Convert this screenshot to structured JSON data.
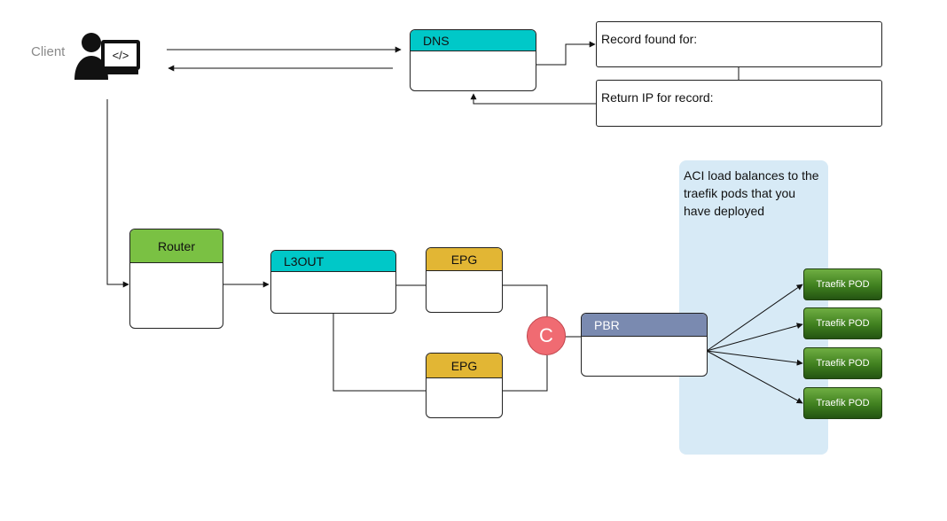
{
  "client": {
    "label": "Client",
    "screen_glyph": "</>"
  },
  "dns": {
    "label": "DNS",
    "header_color": "#00c8c8"
  },
  "record_found": {
    "label": "Record found for:"
  },
  "return_ip": {
    "label": "Return IP for record:"
  },
  "router": {
    "label": "Router",
    "header_color": "#7ac143"
  },
  "l3out": {
    "label": "L3OUT",
    "header_color": "#00c8c8"
  },
  "epg_top": {
    "label": "EPG",
    "header_color": "#e2b634"
  },
  "epg_bottom": {
    "label": "EPG",
    "header_color": "#e2b634"
  },
  "contract": {
    "label": "C",
    "color": "#f06b72"
  },
  "pbr": {
    "label": "PBR",
    "header_color": "#7a8ab0"
  },
  "lb_zone": {
    "text": "ACI load balances to the traefik pods that you have deployed",
    "color": "#d7eaf6"
  },
  "pods": [
    {
      "label": "Traefik POD"
    },
    {
      "label": "Traefik POD"
    },
    {
      "label": "Traefik POD"
    },
    {
      "label": "Traefik POD"
    }
  ]
}
